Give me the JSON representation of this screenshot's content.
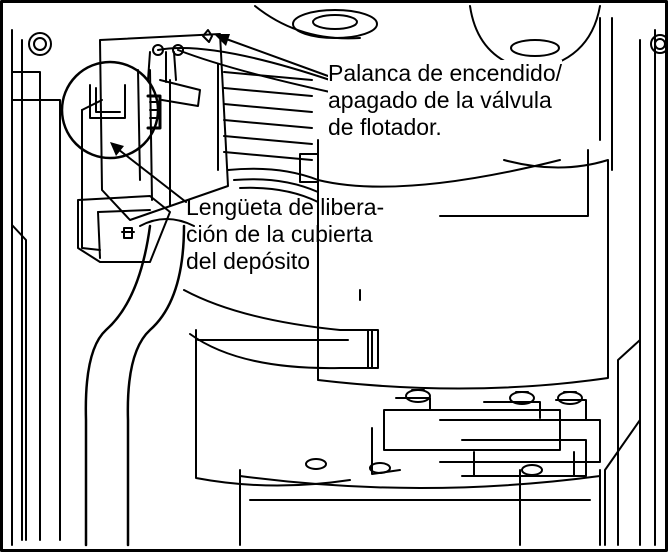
{
  "labels": {
    "float_valve_lever": {
      "line1": "Palanca de encendido/",
      "line2": "apagado de la válvula",
      "line3": "de flotador."
    },
    "reservoir_cover_tab": {
      "line1": "Lengüeta de libera-",
      "line2": "ción de la cubierta",
      "line3": "del depósito"
    }
  },
  "colors": {
    "line": "#000000",
    "background": "#ffffff"
  }
}
